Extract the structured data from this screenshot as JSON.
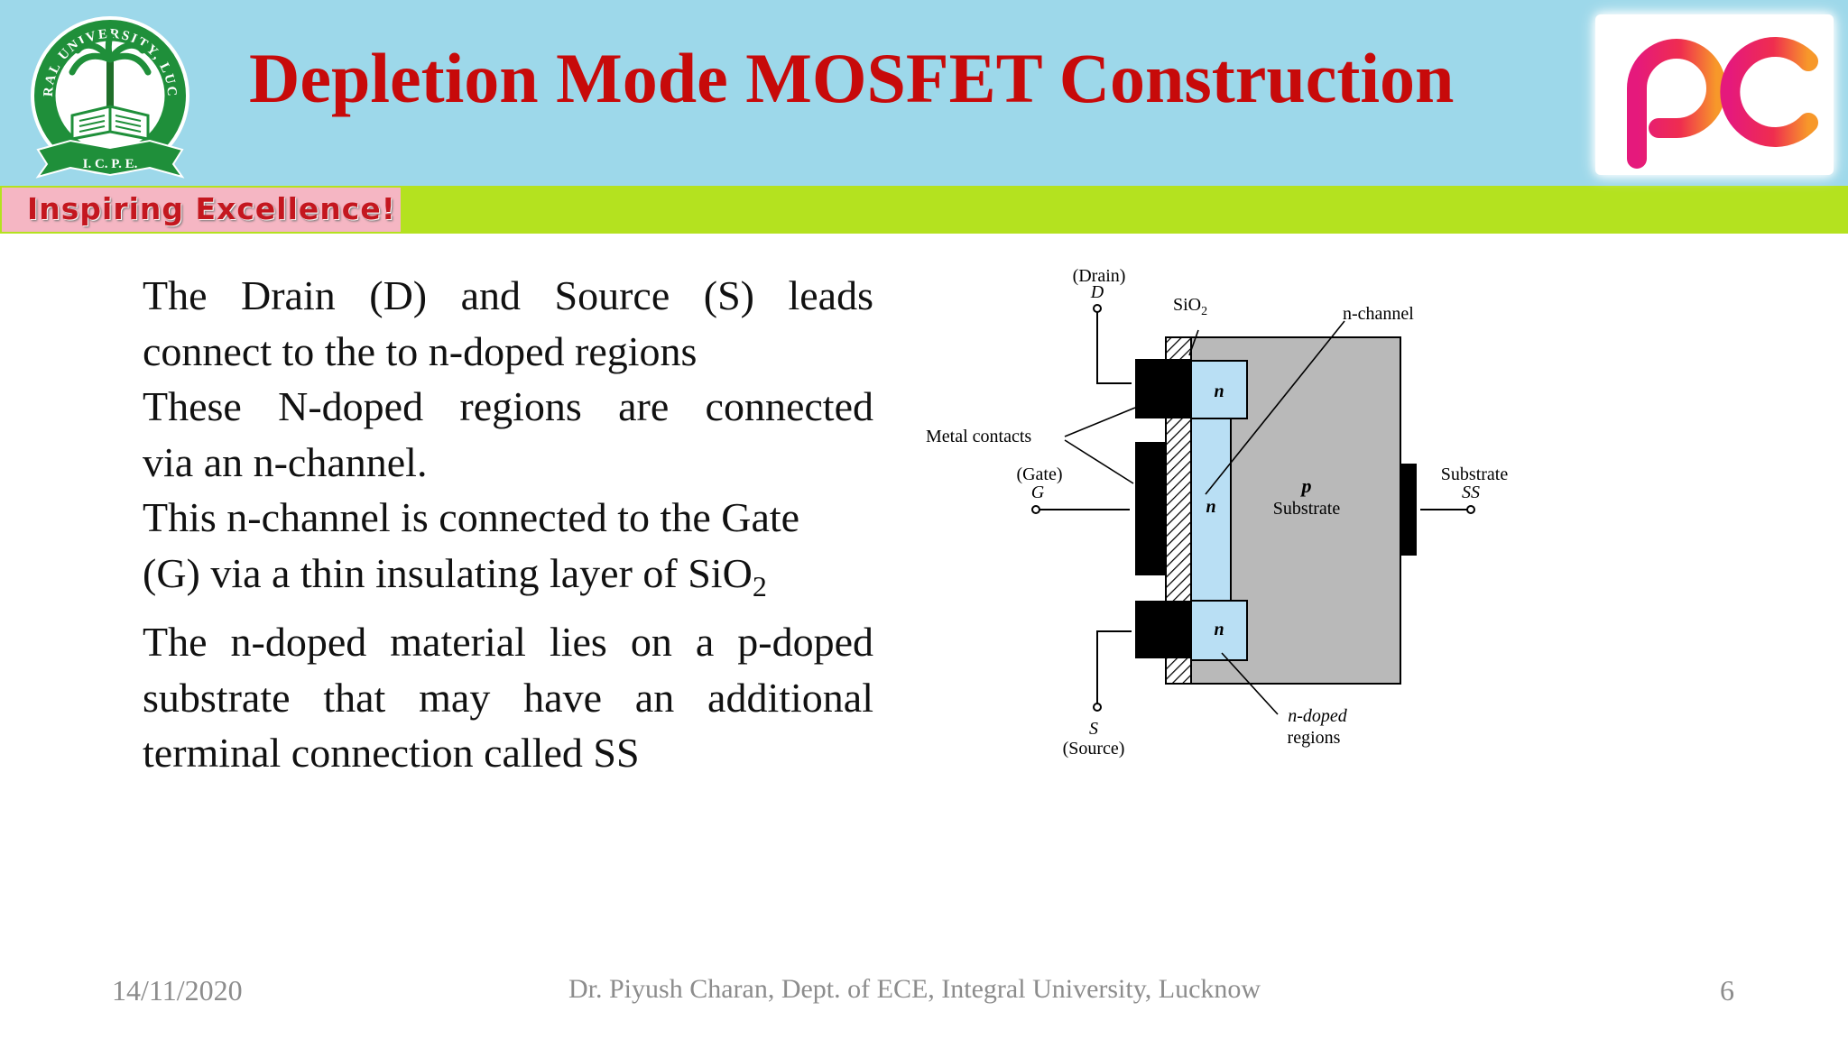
{
  "header": {
    "title": "Depletion Mode MOSFET Construction",
    "tagline": "Inspiring Excellence!",
    "left_logo": {
      "ring_text": "INTEGRAL UNIVERSITY, LUCKNOW",
      "initials": "I. C. P. E."
    },
    "right_logo": {
      "letters": "pc"
    }
  },
  "body": {
    "lines": [
      "The Drain (D) and Source (S) leads",
      "connect to the to n-doped regions",
      "These N-doped regions are connected",
      "via an n-channel.",
      "This n-channel is connected to the Gate",
      "(G) via a thin insulating layer of SiO",
      "The n-doped material lies on a p-doped",
      "substrate that may have an additional",
      "terminal connection called SS"
    ],
    "subscript": "2"
  },
  "diagram": {
    "drain_label": "(Drain)",
    "drain_symbol": "D",
    "sio2_label": "SiO",
    "sio2_sub": "2",
    "nchannel_label": "n-channel",
    "metal_label": "Metal contacts",
    "gate_label": "(Gate)",
    "gate_symbol": "G",
    "n_top": "n",
    "n_mid": "n",
    "n_bottom": "n",
    "p_label": "p",
    "substrate_label": "Substrate",
    "ss_label": "Substrate",
    "ss_symbol": "SS",
    "source_symbol": "S",
    "source_label": "(Source)",
    "ndoped_label1": "n-doped",
    "ndoped_label2": "regions",
    "colors": {
      "substrate": "#b9b9b9",
      "n_region": "#b9dff4",
      "metal": "#000000"
    }
  },
  "footer": {
    "date": "14/11/2020",
    "author": "Dr. Piyush Charan, Dept. of ECE, Integral University, Lucknow",
    "page": "6"
  }
}
